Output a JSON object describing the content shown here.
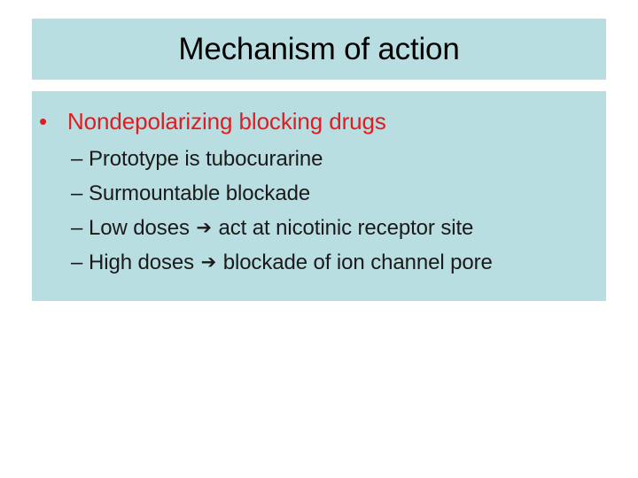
{
  "slide": {
    "title": "Mechanism of action",
    "background_color": "#ffffff",
    "band_color": "#b9dee2",
    "title_color": "#000000",
    "level1_color": "#e11b1f",
    "level2_color": "#1a1a1a",
    "bullets": [
      {
        "level": 1,
        "marker": "•",
        "text": "Nondepolarizing blocking drugs"
      },
      {
        "level": 2,
        "marker": "–",
        "text": "Prototype is tubocurarine",
        "pre_arrow": "Prototype is tubocurarine",
        "arrow": "",
        "post_arrow": ""
      },
      {
        "level": 2,
        "marker": "–",
        "text": "Surmountable blockade",
        "pre_arrow": "Surmountable blockade",
        "arrow": "",
        "post_arrow": ""
      },
      {
        "level": 2,
        "marker": "–",
        "text": "Low doses ➔ act at nicotinic receptor site",
        "pre_arrow": "Low doses ",
        "arrow": "➔",
        "post_arrow": " act at nicotinic receptor site"
      },
      {
        "level": 2,
        "marker": "–",
        "text": "High doses ➔ blockade of ion channel pore",
        "pre_arrow": "High doses ",
        "arrow": "➔",
        "post_arrow": " blockade of ion channel pore"
      }
    ]
  }
}
